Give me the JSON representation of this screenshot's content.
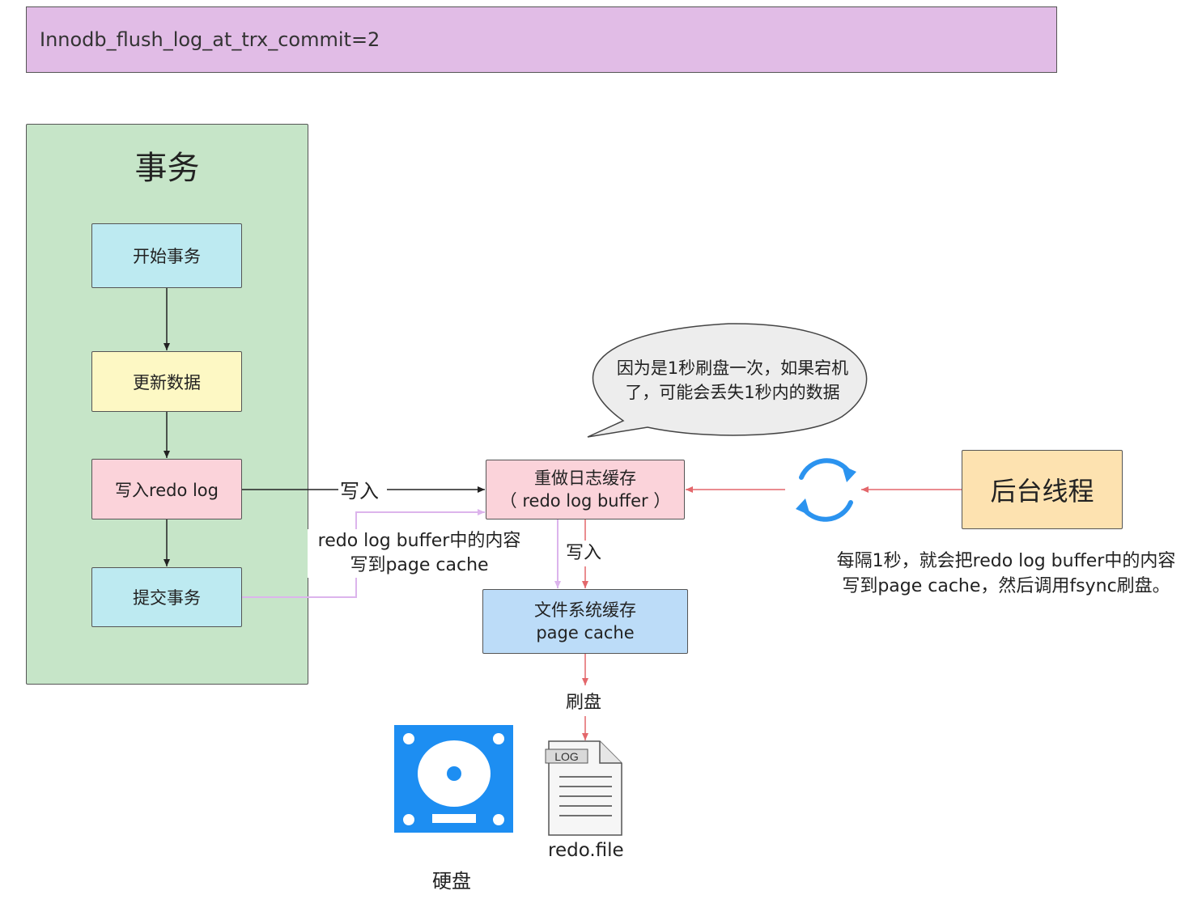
{
  "header": {
    "text": "Innodb_flush_log_at_trx_commit=2"
  },
  "transaction": {
    "title": "事务",
    "steps": {
      "start": "开始事务",
      "update": "更新数据",
      "write_redo": "写入redo log",
      "commit": "提交事务"
    }
  },
  "redo_buffer": {
    "line1": "重做日志缓存",
    "line2": "（ redo log buffer ）"
  },
  "page_cache": {
    "line1": "文件系统缓存",
    "line2": "page cache"
  },
  "background_thread": {
    "label": "后台线程"
  },
  "speech_bubble": {
    "line1": "因为是1秒刷盘一次，如果宕机",
    "line2": "了，可能会丢失1秒内的数据"
  },
  "edge_labels": {
    "write_to_buffer": "写入",
    "commit_line1": "redo log buffer中的内容",
    "commit_line2": "写到page cache",
    "buffer_to_cache": "写入",
    "flush": "刷盘"
  },
  "background_note": {
    "line1": "每隔1秒，就会把redo log buffer中的内容",
    "line2": "写到page cache，然后调用fsync刷盘。"
  },
  "disk": {
    "label": "硬盘"
  },
  "log_file": {
    "tag": "LOG",
    "label": "redo.file"
  },
  "colors": {
    "header": "#e1bce6",
    "panel": "#c6e5c8",
    "cyan_box": "#bdeaf1",
    "yellow_box": "#fdf8c4",
    "pink_box": "#fbd3da",
    "blue_box": "#bcdcf8",
    "orange_box": "#fde2b0",
    "red_arrow": "#e3676b",
    "purple_arrow": "#dcb4ec",
    "disk_blue": "#1d8ef2",
    "sync_icon": "#2b93ef"
  }
}
